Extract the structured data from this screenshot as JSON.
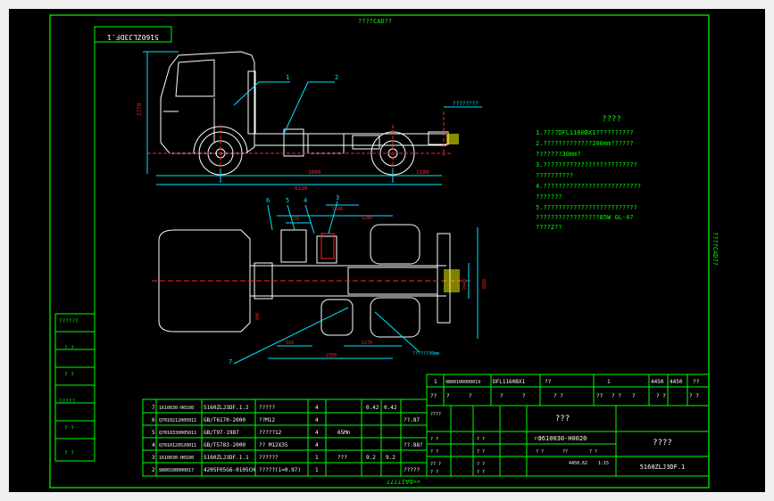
{
  "header": {
    "top_title": "????CAD??",
    "bottom_title": "<<OAJ????",
    "right_vertical": "????CAD??"
  },
  "title_plate": "5160ZLJ3DF.1",
  "side_view": {
    "callouts": [
      "1",
      "2"
    ],
    "dims": {
      "height": "2770",
      "wheelbase": "3800",
      "overhang": "1180",
      "total": "6330"
    },
    "rear_note": "????????"
  },
  "top_view": {
    "callouts": [
      "6",
      "5",
      "4",
      "3",
      "7"
    ],
    "dims": {
      "d1": "520",
      "d2": "1240",
      "d3": "1640",
      "d4": "910",
      "d5": "2350",
      "d6": "1270",
      "d7": "3860",
      "d8": "2440",
      "d9": "300"
    },
    "note": "??????30mm"
  },
  "notes": {
    "heading": "????",
    "lines": [
      "1.????DFL1160BX1??????????",
      "2.?????????????200mm??????",
      "  ???????30mm?",
      "3.?????????????????????????",
      "  ??????????",
      "4.??????????????????????????",
      "  ???????",
      "5.?????????????????????????",
      "  ?????????????????85W GL-4?",
      "  ????2??"
    ]
  },
  "left_strip": [
    "??????",
    "? ?",
    "? ?",
    "?????",
    "? ?",
    "? ?"
  ],
  "bom": {
    "rows": [
      {
        "no": "7",
        "code": "1610030-H0100",
        "name": "5160ZLJ3DF.1.2",
        "spec": "?????",
        "qty": "4",
        "w1": "0.42",
        "w2": "0.42"
      },
      {
        "no": "6",
        "code": "Q7010212005011",
        "name": "GB/T6170-2000",
        "spec": "??M12",
        "qty": "4",
        "w1": "",
        "w2": "",
        "extra": "??.87"
      },
      {
        "no": "5",
        "code": "Q7010330005011",
        "name": "GB/T97-1987",
        "spec": "?????12",
        "qty": "4",
        "mat": "65Mn",
        "w1": "",
        "w2": ""
      },
      {
        "no": "4",
        "code": "Q7010120520011",
        "name": "GB/T5783-2000",
        "spec": "?? M12X35",
        "qty": "4",
        "w1": "",
        "w2": "",
        "extra": "??.88?"
      },
      {
        "no": "3",
        "code": "1610030-H0100",
        "name": "5160ZLJ3DF.1.1",
        "spec": "??????",
        "qty": "1",
        "mat": "???",
        "w1": "9.2",
        "w2": "9.2"
      },
      {
        "no": "2",
        "code": "9800100000017",
        "name": "4205F05G6-0105CH",
        "spec": "?????(i=0.97)",
        "qty": "1",
        "w1": "",
        "w2": "",
        "extra": "?????"
      }
    ],
    "row1": {
      "no": "1",
      "code": "9800100000019",
      "name": "DFL1160BX1",
      "spec": "??",
      "qty": "1",
      "w1": "4450",
      "w2": "4450",
      "note": "??"
    }
  },
  "title_block": {
    "header_cells": [
      "??",
      "?",
      "?",
      "?",
      "?",
      "? ?",
      "??",
      "? ?",
      "?",
      "? ?",
      "? ?"
    ],
    "name": "???",
    "drawing_no": "1610030-H0020",
    "company": "????",
    "part": "5160ZLJ3DF.1",
    "scale_cells": [
      "? ?",
      "??",
      "? ?"
    ],
    "weight": "4450.62",
    "ratio": "1:15",
    "sheet": [
      "????",
      "? ?",
      "? ?",
      "?? ?",
      "? ?",
      "? ?",
      "? ?"
    ],
    "sign": [
      "???",
      "? ?",
      "? ?"
    ]
  }
}
